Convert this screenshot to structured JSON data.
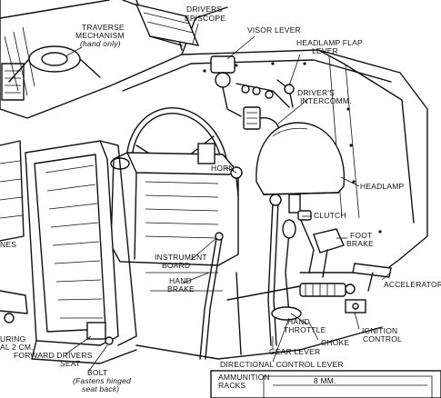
{
  "labels": {
    "drivers_episcope": [
      "DRIVERS",
      "EPISCOPE"
    ],
    "traverse": [
      "TRAVERSE",
      "MECHANISM",
      "(hand only)"
    ],
    "visor_lever": "VISOR LEVER",
    "headlamp_flap_lever": [
      "HEADLAMP FLAP",
      "LEVER"
    ],
    "drivers_intercomm": [
      "DRIVER'S",
      "INTERCOMM."
    ],
    "horn": "HORN",
    "headlamp": "HEADLAMP",
    "clutch": "CLUTCH",
    "foot_brake": [
      "FOOT",
      "BRAKE"
    ],
    "instrument_board": [
      "INSTRUMENT",
      "BOARD"
    ],
    "hand_brake": [
      "HAND",
      "BRAKE"
    ],
    "accelerator": "ACCELERATOR",
    "hand_throttle": [
      "HAND",
      "THROTTLE"
    ],
    "ignition_control": [
      "IGNITION",
      "CONTROL"
    ],
    "choke": "CHOKE",
    "gear_lever": "GEAR LEVER",
    "directional_control_lever": "DIRECTIONAL CONTROL  LEVER",
    "forward_drivers_seat": [
      "FORWARD  DRIVERS",
      "SEAT"
    ],
    "bolt": [
      "BOLT",
      "(Fastens hinged",
      "seat back)"
    ],
    "ammunition_racks": [
      "AMMUNITION",
      "RACKS"
    ],
    "eight_mm": "8 MM.",
    "left_edge_nes": "NES",
    "left_edge_uring": "URING",
    "left_edge_2cm": "AL 2 CM."
  }
}
